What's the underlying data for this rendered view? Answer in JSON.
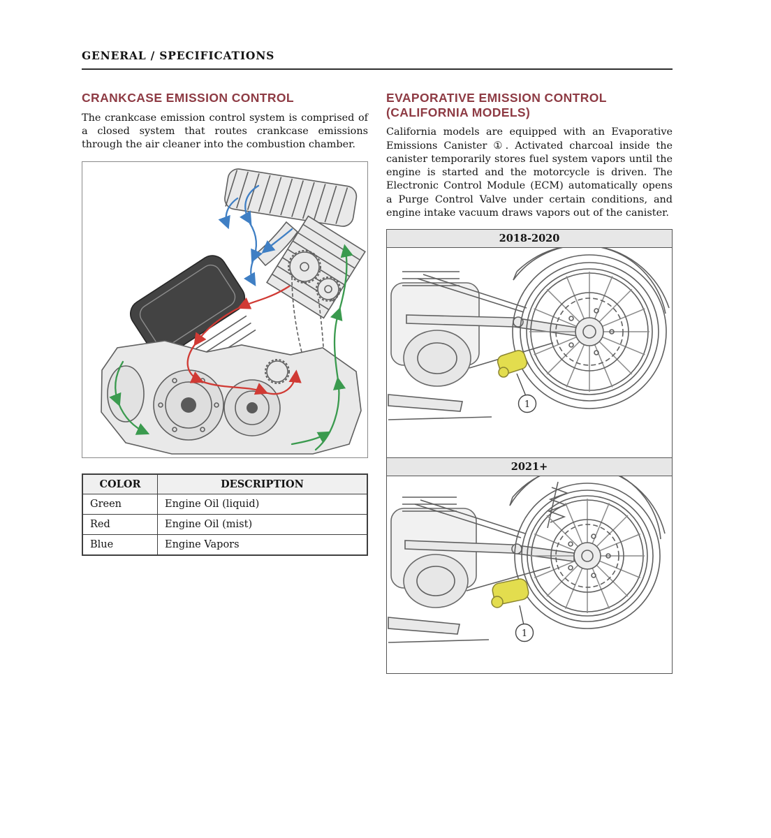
{
  "header": {
    "title": "GENERAL / SPECIFICATIONS"
  },
  "left_column": {
    "heading": "CRANKCASE EMISSION CONTROL",
    "body": "The crankcase emission control system is comprised of a closed system that routes crankcase emissions through the air cleaner into the combustion chamber.",
    "legend_table": {
      "headers": [
        "COLOR",
        "DESCRIPTION"
      ],
      "rows": [
        {
          "color": "Green",
          "description": "Engine Oil (liquid)"
        },
        {
          "color": "Red",
          "description": "Engine Oil (mist)"
        },
        {
          "color": "Blue",
          "description": "Engine Vapors"
        }
      ]
    }
  },
  "right_column": {
    "heading_line1": "EVAPORATIVE EMISSION CONTROL",
    "heading_line2": "(CALIFORNIA MODELS)",
    "body": "California models are equipped with an Evaporative Emissions Canister ①. Activated charcoal inside the canister temporarily stores fuel system vapors until the engine is started and the motorcycle is driven. The Electronic Control Module (ECM) automatically opens a Purge Control Valve under certain conditions, and engine intake vacuum draws vapors out of the canister.",
    "figures": [
      {
        "caption": "2018-2020",
        "callout_label": "1"
      },
      {
        "caption": "2021+",
        "callout_label": "1"
      }
    ]
  },
  "diagram_colors": {
    "engine_oil_liquid": "#3a9a4e",
    "engine_oil_mist": "#d03a34",
    "engine_vapors": "#3f7fc4",
    "canister_highlight": "#e3dd4e",
    "heading_red": "#8e3b44"
  }
}
